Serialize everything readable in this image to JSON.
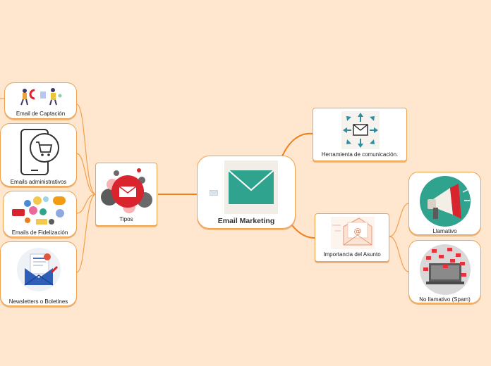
{
  "central": {
    "label": "Email Marketing"
  },
  "tipos": {
    "label": "Tipos"
  },
  "herramienta": {
    "label": "Herramienta de comunicación."
  },
  "importancia": {
    "label": "Importancia del Asunto"
  },
  "captacion": {
    "label": "Email de Captación"
  },
  "administrativos": {
    "label": "Emails administrativos"
  },
  "fidelizacion": {
    "label": "Emails de Fidelización"
  },
  "newsletters": {
    "label": "Newsletters o Boletines"
  },
  "llamativo": {
    "label": "Llamativo"
  },
  "no_llamativo": {
    "label": "No llamativo (Spam)"
  },
  "colors": {
    "connector": "#f07f1a",
    "border": "#f1a24a",
    "teal": "#2fa38e",
    "background": "#ffe6cf"
  }
}
